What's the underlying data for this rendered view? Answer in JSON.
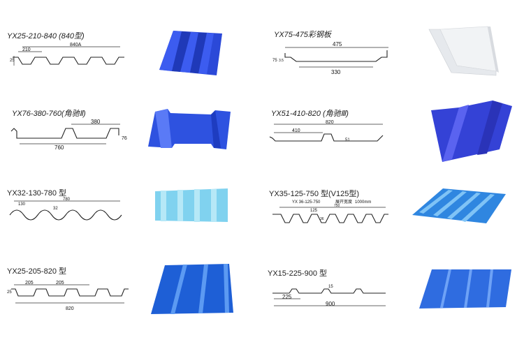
{
  "products": [
    {
      "title": "YX25-210-840 (840型)",
      "dims": [
        "210",
        "840A",
        "25"
      ],
      "color": "#2b49d8"
    },
    {
      "title": "YX75-475彩钢板",
      "dims": [
        "475",
        "330",
        "75",
        "3.5"
      ],
      "color": "#e9ecef"
    },
    {
      "title": "YX76-380-760(角驰Ⅱ)",
      "dims": [
        "380",
        "760",
        "76"
      ],
      "color": "#2e52e0"
    },
    {
      "title": "YX51-410-820 (角驰Ⅲ)",
      "dims": [
        "820",
        "410",
        "51"
      ],
      "color": "#3442d6"
    },
    {
      "title": "YX32-130-780 型",
      "dims": [
        "130",
        "780",
        "32"
      ],
      "color": "#7fd0ee"
    },
    {
      "title": "YX35-125-750 型(V125型)",
      "dims": [
        "YX 36-125-750",
        "展开宽度",
        "1000mm",
        "125",
        "750",
        "36"
      ],
      "color": "#2f86e0"
    },
    {
      "title": "YX25-205-820 型",
      "dims": [
        "205",
        "205",
        "820",
        "25"
      ],
      "color": "#1e5fd6"
    },
    {
      "title": "YX15-225-900 型",
      "dims": [
        "225",
        "900",
        "15"
      ],
      "color": "#2f6ce0"
    }
  ]
}
